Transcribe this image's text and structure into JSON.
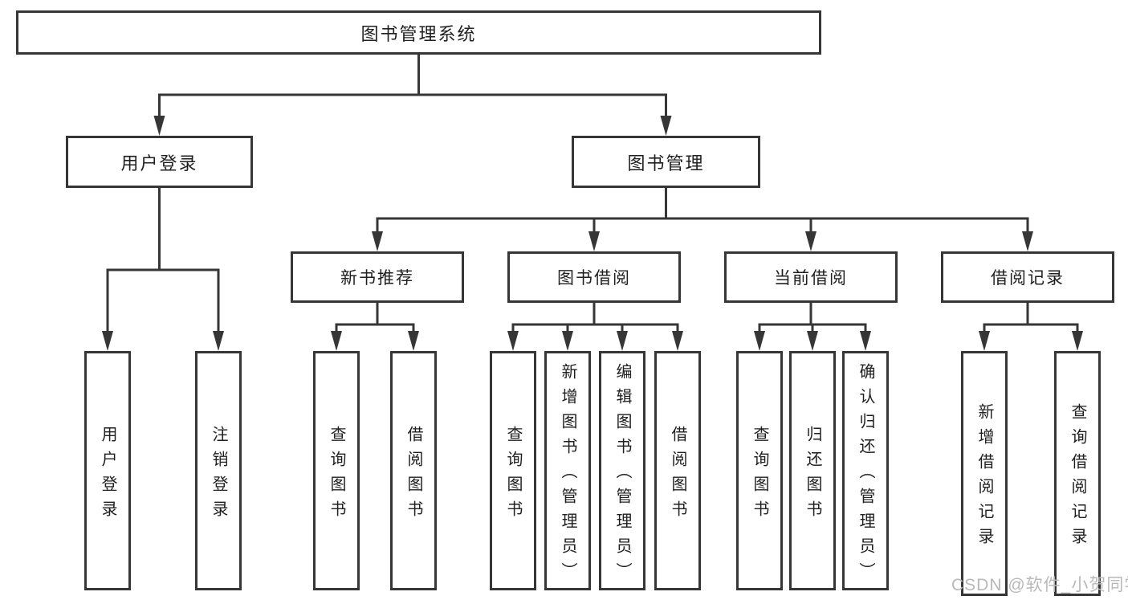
{
  "diagram": {
    "type": "hierarchy-tree",
    "tree": {
      "label": "图书管理系统",
      "children": [
        {
          "label": "用户登录",
          "children": [
            {
              "label": "用户登录"
            },
            {
              "label": "注销登录"
            }
          ]
        },
        {
          "label": "图书管理",
          "children": [
            {
              "label": "新书推荐",
              "children": [
                {
                  "label": "查询图书"
                },
                {
                  "label": "借阅图书"
                }
              ]
            },
            {
              "label": "图书借阅",
              "children": [
                {
                  "label": "查询图书"
                },
                {
                  "label": "新增图书（管理员）"
                },
                {
                  "label": "编辑图书（管理员）"
                },
                {
                  "label": "借阅图书"
                }
              ]
            },
            {
              "label": "当前借阅",
              "children": [
                {
                  "label": "查询图书"
                },
                {
                  "label": "归还图书"
                },
                {
                  "label": "确认归还（管理员）"
                }
              ]
            },
            {
              "label": "借阅记录",
              "children": [
                {
                  "label": "新增借阅记录"
                },
                {
                  "label": "查询借阅记录"
                }
              ]
            }
          ]
        }
      ]
    },
    "colors": {
      "line": "#363636",
      "box_border": "#363636",
      "text": "#1f1f1f",
      "background": "#ffffff",
      "watermark": "#b9b9b9"
    }
  },
  "watermark": {
    "text": "CSDN @软件_小贺同学"
  }
}
